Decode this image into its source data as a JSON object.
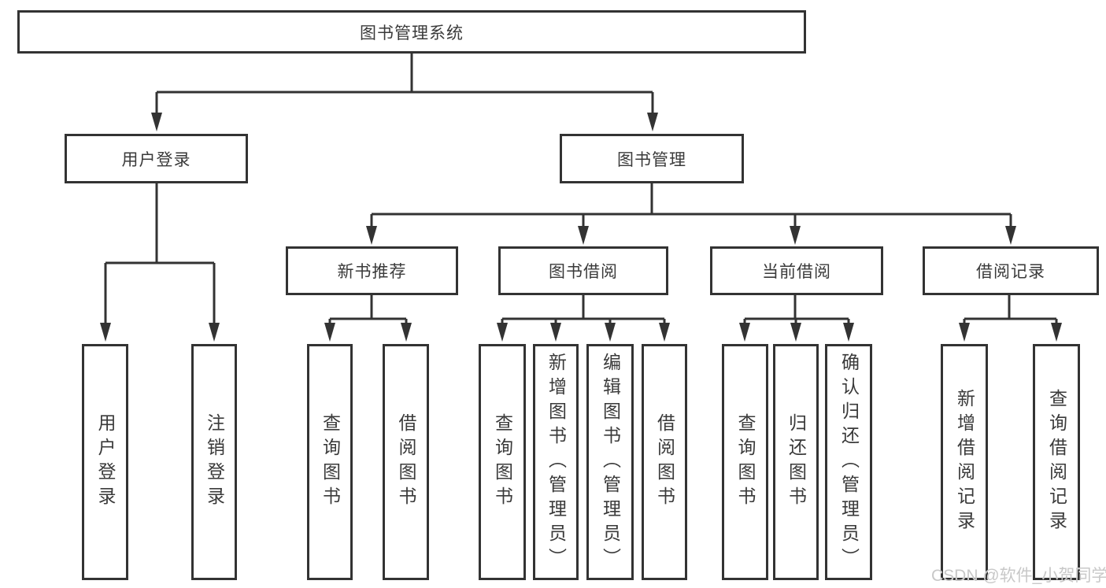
{
  "diagram": {
    "title": "图书管理系统",
    "branches": [
      {
        "label": "用户登录",
        "children": [
          {
            "label": "用户登录"
          },
          {
            "label": "注销登录"
          }
        ]
      },
      {
        "label": "图书管理",
        "children": [
          {
            "label": "新书推荐",
            "children": [
              {
                "label": "查询图书"
              },
              {
                "label": "借阅图书"
              }
            ]
          },
          {
            "label": "图书借阅",
            "children": [
              {
                "label": "查询图书"
              },
              {
                "label": "新增图书（管理员）"
              },
              {
                "label": "编辑图书（管理员）"
              },
              {
                "label": "借阅图书"
              }
            ]
          },
          {
            "label": "当前借阅",
            "children": [
              {
                "label": "查询图书"
              },
              {
                "label": "归还图书"
              },
              {
                "label": "确认归还（管理员）"
              }
            ]
          },
          {
            "label": "借阅记录",
            "children": [
              {
                "label": "新增借阅记录"
              },
              {
                "label": "查询借阅记录"
              }
            ]
          }
        ]
      }
    ]
  },
  "watermark": "CSDN @软件_小贺同学",
  "colors": {
    "line": "#333333",
    "text": "#3a3a3a",
    "box_bg": "#ffffff",
    "background": "#ffffff",
    "watermark": "#c8c8c8"
  }
}
